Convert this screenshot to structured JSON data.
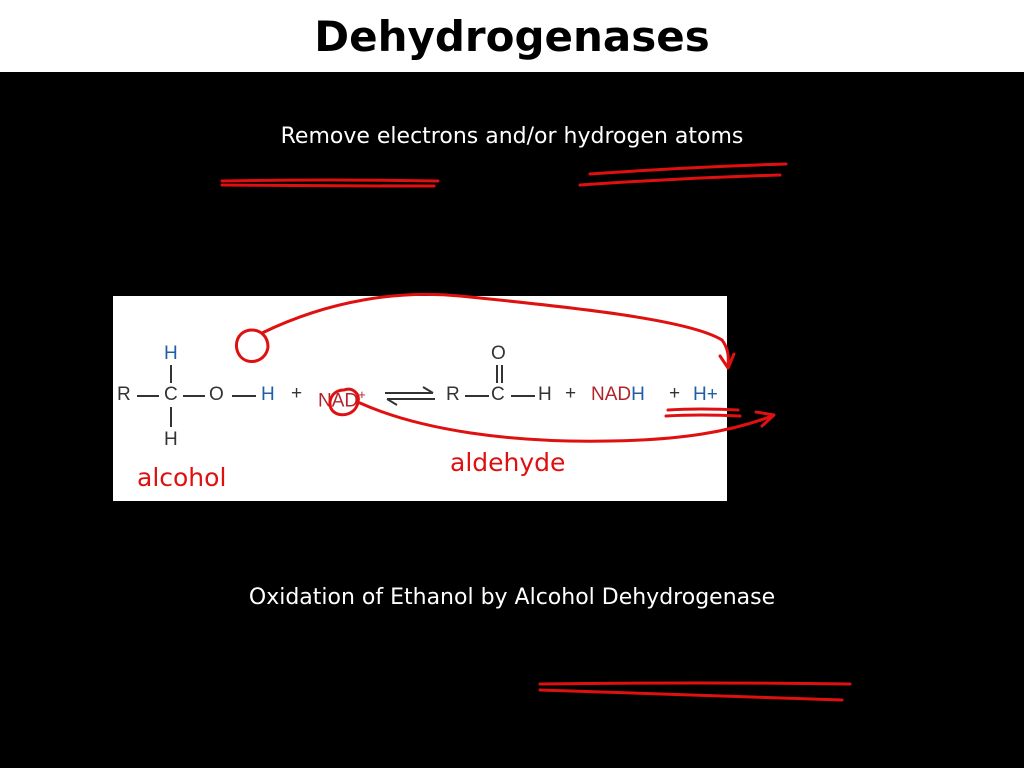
{
  "slide": {
    "title": "Dehydrogenases",
    "subtitle": "Remove electrons and/or hydrogen atoms",
    "caption": "Oxidation of Ethanol by Alcohol Dehydrogenase"
  },
  "reaction": {
    "reactant": {
      "r": "R",
      "c": "C",
      "o": "O",
      "h_top": "H",
      "h_bottom": "H",
      "h_oh": "H"
    },
    "plus_1": "+",
    "nad_plus": {
      "nad": "NAD",
      "charge": "+"
    },
    "product": {
      "r": "R",
      "c": "C",
      "o_top": "O",
      "h": "H"
    },
    "plus_2": "+",
    "nadh": {
      "nad": "NAD",
      "h": "H"
    },
    "plus_3": "+",
    "proton": "H+"
  },
  "annotations": {
    "alcohol_label": "alcohol",
    "aldehyde_label": "aldehyde",
    "ink_color": "#e01010"
  },
  "colors": {
    "background": "#000000",
    "title_bar": "#ffffff",
    "hydrogen_blue": "#1f5fa8",
    "nad_red": "#b2232a"
  }
}
